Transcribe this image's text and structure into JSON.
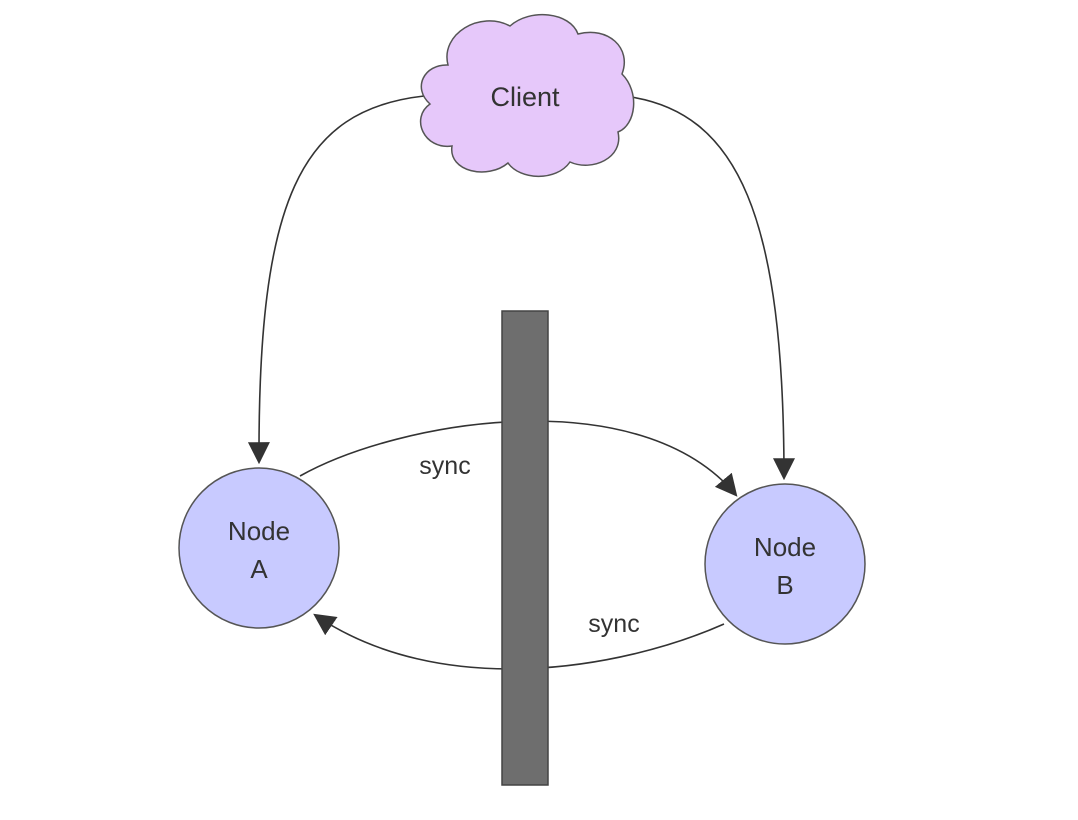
{
  "diagram": {
    "client": {
      "label": "Client",
      "fill": "#e6c8fa",
      "stroke": "#555555"
    },
    "node_a": {
      "line1": "Node",
      "line2": "A",
      "fill": "#c8caff",
      "stroke": "#555555"
    },
    "node_b": {
      "line1": "Node",
      "line2": "B",
      "fill": "#c8caff",
      "stroke": "#555555"
    },
    "partition": {
      "fill": "#6e6e6e",
      "stroke": "#444444"
    },
    "edges": {
      "sync_a_to_b": {
        "label": "sync"
      },
      "sync_b_to_a": {
        "label": "sync"
      }
    }
  }
}
